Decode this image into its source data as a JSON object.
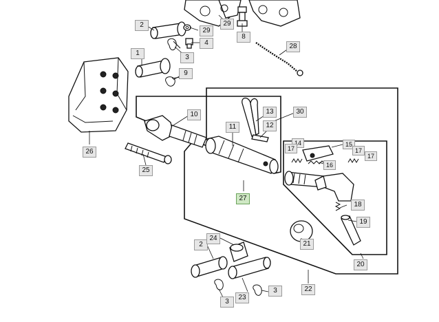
{
  "diagram": {
    "callouts": {
      "p1": "1",
      "p2a": "2",
      "p2b": "2",
      "p3a": "3",
      "p3b": "3",
      "p3c": "3",
      "p4": "4",
      "p8": "8",
      "p9": "9",
      "p10": "10",
      "p11": "11",
      "p12": "12",
      "p13": "13",
      "p14": "14",
      "p15": "15",
      "p16": "16",
      "p17a": "17",
      "p17b": "17",
      "p17c": "17",
      "p18": "18",
      "p19": "19",
      "p20": "20",
      "p21": "21",
      "p22": "22",
      "p23": "23",
      "p24": "24",
      "p25": "25",
      "p26": "26",
      "p27": "27",
      "p28": "28",
      "p29a": "29",
      "p29b": "29",
      "p30": "30"
    },
    "highlight_color": "#cfe8c4"
  }
}
